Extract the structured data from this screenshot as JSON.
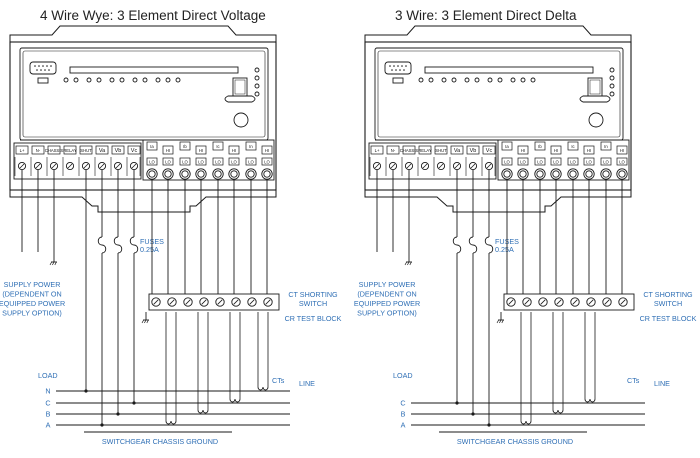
{
  "panels": [
    {
      "title": "4 Wire Wye: 3 Element Direct Voltage",
      "terminals": [
        "L+",
        "N-",
        "CHASSIS",
        "RELAY",
        "SHUT",
        "Va",
        "Vb",
        "Vc"
      ],
      "ct_pairs": [
        {
          "top": "Ia",
          "bot": "LO"
        },
        {
          "top": "HI",
          "bot": "LO"
        },
        {
          "top": "Ib",
          "bot": "LO"
        },
        {
          "top": "HI",
          "bot": "LO"
        },
        {
          "top": "Ic",
          "bot": "LO"
        },
        {
          "top": "HI",
          "bot": "LO"
        },
        {
          "top": "In",
          "bot": "LO"
        },
        {
          "top": "HI",
          "bot": "LO"
        }
      ],
      "fuses_label": [
        "FUSES",
        "0.25A"
      ],
      "supply_label": [
        "SUPPLY POWER",
        "(DEPENDENT ON",
        "EQUIPPED POWER",
        "SUPPLY OPTION)"
      ],
      "ct_shorting_label": [
        "CT SHORTING",
        "SWITCH"
      ],
      "cr_test_label": "CR TEST BLOCK",
      "load_label": "LOAD",
      "phases": [
        "N",
        "C",
        "B",
        "A"
      ],
      "cts_label": "CTs",
      "line_label": "LINE",
      "ground_label": "SWITCHGEAR CHASSIS GROUND"
    },
    {
      "title": "3 Wire: 3 Element Direct Delta",
      "terminals": [
        "L+",
        "N-",
        "CHASSIS",
        "RELAY",
        "SHUT",
        "Va",
        "Vb",
        "Vc"
      ],
      "ct_pairs": [
        {
          "top": "Ia",
          "bot": "LO"
        },
        {
          "top": "HI",
          "bot": "LO"
        },
        {
          "top": "Ib",
          "bot": "LO"
        },
        {
          "top": "HI",
          "bot": "LO"
        },
        {
          "top": "Ic",
          "bot": "LO"
        },
        {
          "top": "HI",
          "bot": "LO"
        },
        {
          "top": "In",
          "bot": "LO"
        },
        {
          "top": "HI",
          "bot": "LO"
        }
      ],
      "fuses_label": [
        "FUSES",
        "0.25A"
      ],
      "supply_label": [
        "SUPPLY POWER",
        "(DEPENDENT ON",
        "EQUIPPED POWER",
        "SUPPLY OPTION)"
      ],
      "ct_shorting_label": [
        "CT SHORTING",
        "SWITCH"
      ],
      "cr_test_label": "CR TEST BLOCK",
      "load_label": "LOAD",
      "phases": [
        "C",
        "B",
        "A"
      ],
      "cts_label": "CTs",
      "line_label": "LINE",
      "ground_label": "SWITCHGEAR CHASSIS GROUND"
    }
  ]
}
